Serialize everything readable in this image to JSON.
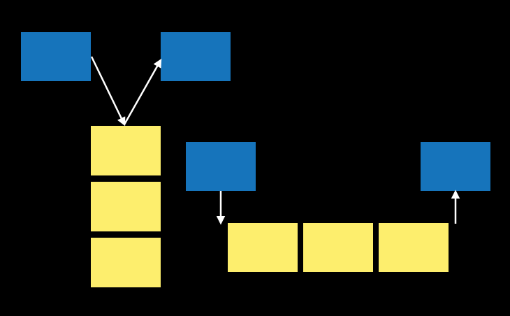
{
  "colors": {
    "background": "#000000",
    "blue_box": "#1674bb",
    "yellow_box": "#fdee6d",
    "arrow": "#ffffff"
  },
  "boxes": {
    "blue": [
      "top-left",
      "top-right",
      "mid-left",
      "mid-right"
    ],
    "yellow_stack_count": 3,
    "yellow_row_count": 3
  },
  "arrows": [
    {
      "from": "top-left",
      "to": "yellow-stack"
    },
    {
      "from": "yellow-stack",
      "to": "top-right"
    },
    {
      "from": "mid-left",
      "to": "yellow-row"
    },
    {
      "from": "yellow-row",
      "to": "mid-right"
    }
  ]
}
